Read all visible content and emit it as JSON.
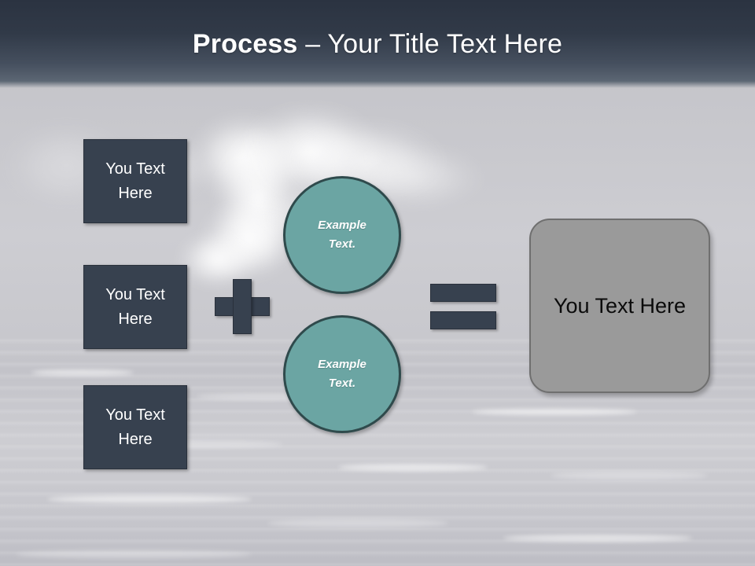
{
  "slide": {
    "title": {
      "strong": "Process",
      "rest": " – Your Title Text Here"
    },
    "background": {
      "type": "photo-sky-and-sea",
      "base_color": "#c6c6cb"
    },
    "theme": {
      "title_bar_top": "#2b3341",
      "title_bar_bottom": "#5b6673",
      "box_fill": "#37414f",
      "box_text": "#ffffff",
      "circle_fill": "#6ba5a3",
      "circle_border": "#2f4a4c",
      "circle_text": "#ffffff",
      "result_fill": "#9a9a9a",
      "result_border": "#6f6f6f",
      "result_text": "#0b0b0b",
      "operator_fill": "#37414f"
    },
    "input_boxes": [
      {
        "label": "You Text Here"
      },
      {
        "label": "You Text Here"
      },
      {
        "label": "You Text Here"
      }
    ],
    "operators": {
      "plus": "+",
      "equals": "="
    },
    "circles": [
      {
        "label": "Example Text."
      },
      {
        "label": "Example Text."
      }
    ],
    "result": {
      "label": "You Text Here"
    }
  }
}
